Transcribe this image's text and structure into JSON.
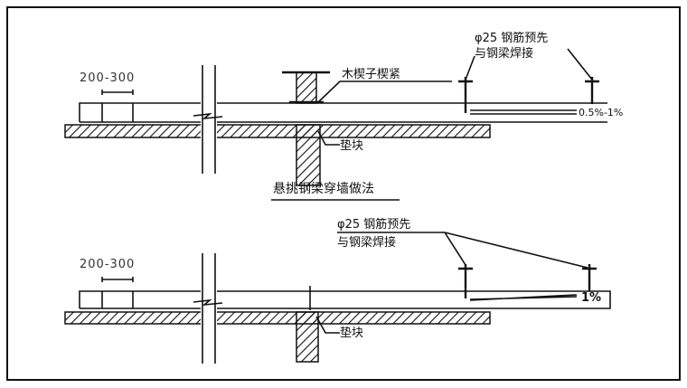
{
  "top_section": {
    "dimension": "200-300",
    "wedge_label": "木楔子楔紧",
    "rebar_label_line1": "φ25 钢筋预先",
    "rebar_label_line2": "与钢梁焊接",
    "slope_label": "0.5%-1%",
    "pad_label": "垫块",
    "caption": "悬挑钢梁穿墙做法"
  },
  "bottom_section": {
    "dimension": "200-300",
    "rebar_label_line1": "φ25 钢筋预先",
    "rebar_label_line2": "与钢梁焊接",
    "slope_label": "1%",
    "pad_label": "垫块"
  }
}
